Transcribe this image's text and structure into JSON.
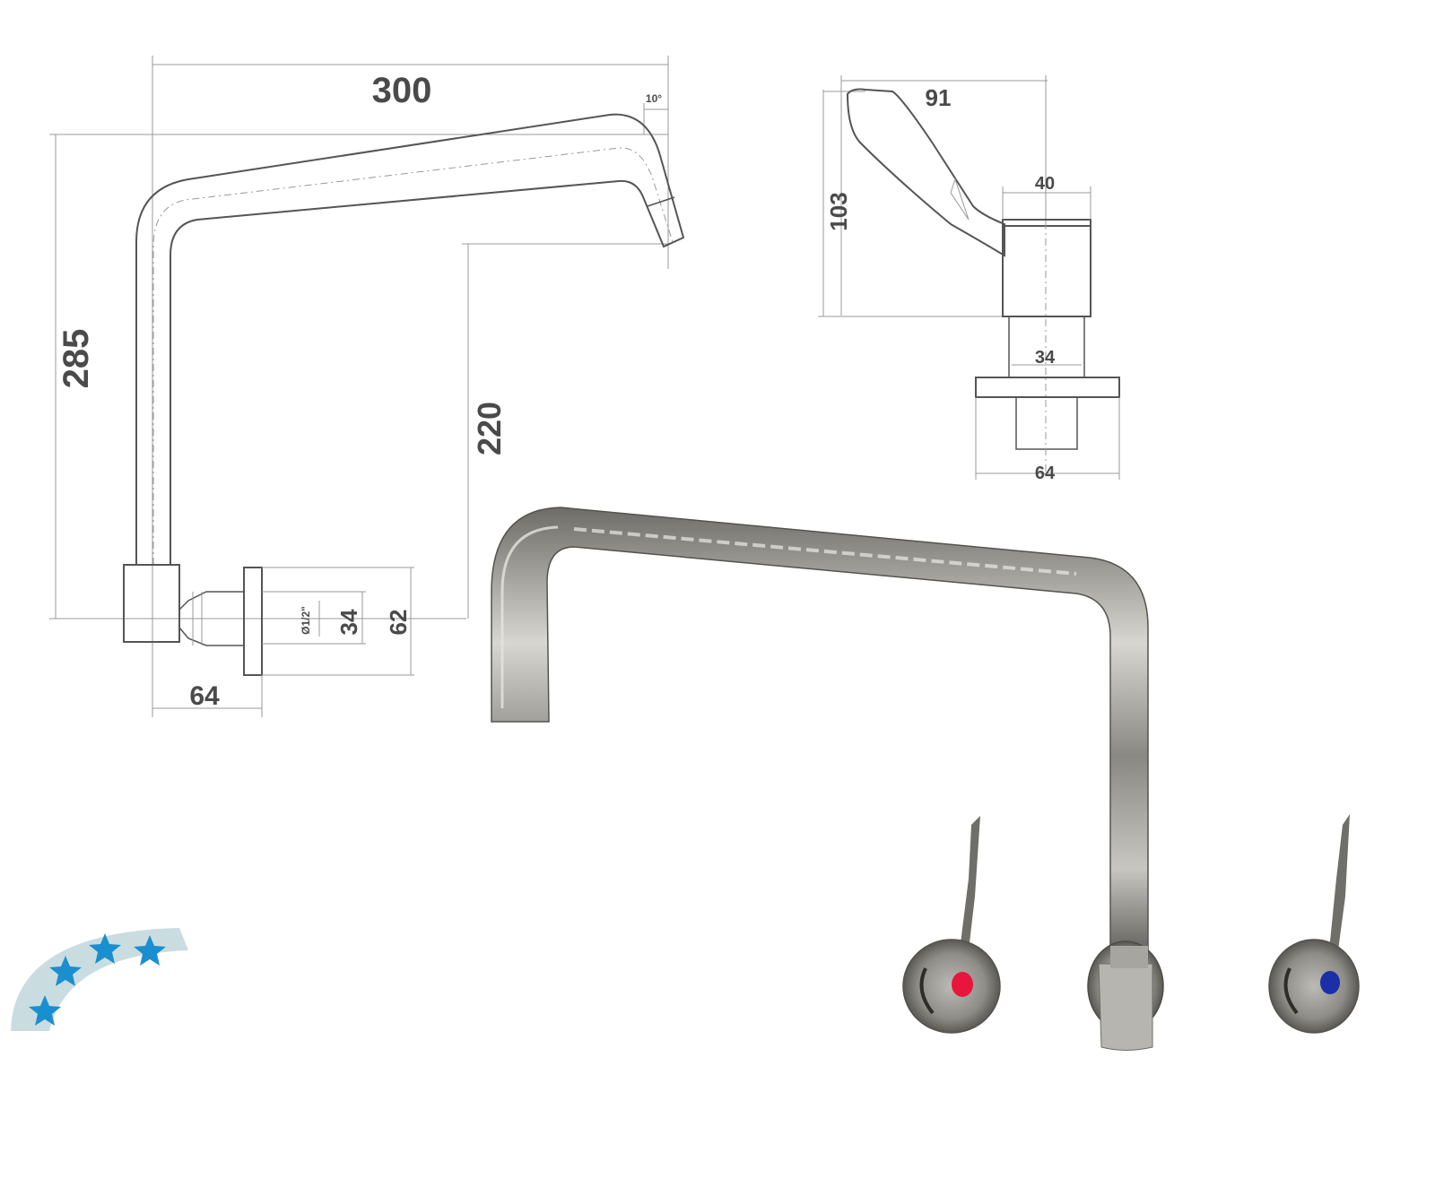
{
  "spout_drawing": {
    "width_label": "300",
    "height_label": "285",
    "outlet_height_label": "220",
    "angle_label": "10°",
    "base_depth_label": "64",
    "flange_label": "62",
    "body_label": "34",
    "thread_label": "Ø1/2\""
  },
  "handle_drawing": {
    "lever_width_label": "91",
    "height_label": "103",
    "cap_label": "40",
    "stem_label": "34",
    "flange_label": "64"
  },
  "photo": {
    "hot_color": "#e8163c",
    "cold_color": "#1a2fa8",
    "chrome_color": "#a9a8a4"
  },
  "rating_badge": {
    "stars": 4,
    "star_color": "#1a8fd0",
    "band_color": "#c9dde0"
  }
}
